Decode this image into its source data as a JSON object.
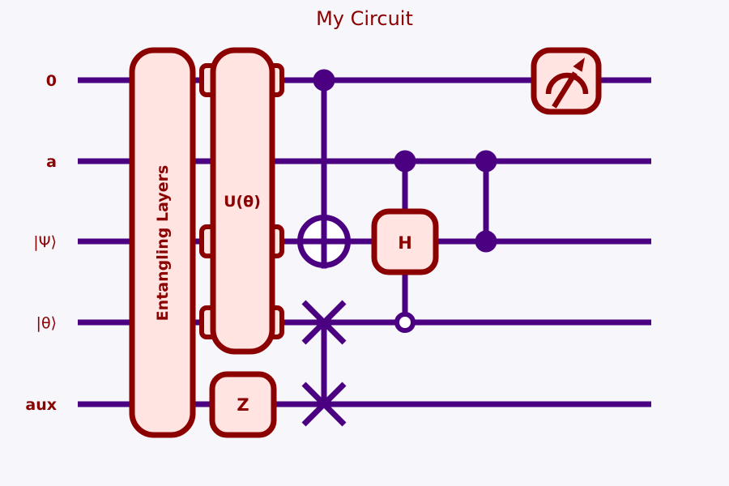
{
  "title": "My Circuit",
  "colors": {
    "background": "#f6f6fb",
    "wire": "#4b0082",
    "box-border": "#8b0000",
    "box-fill": "#ffe4e1",
    "label": "#8b0000",
    "target-fill": "#ffffff"
  },
  "wires": [
    {
      "label": "0"
    },
    {
      "label": "a"
    },
    {
      "label": "|Ψ⟩"
    },
    {
      "label": "|θ⟩"
    },
    {
      "label": "aux"
    }
  ],
  "gates": {
    "entangling": {
      "label": "Entangling Layers"
    },
    "unitary": {
      "label": "U(θ)"
    },
    "hadamard": {
      "label": "H"
    },
    "pauli_z": {
      "label": "Z"
    }
  },
  "icons": {
    "measurement": "gauge-with-arrow",
    "cnot_target": "circled-plus",
    "swap": "cross-x",
    "control": "filled-dot",
    "open_control": "open-dot"
  }
}
